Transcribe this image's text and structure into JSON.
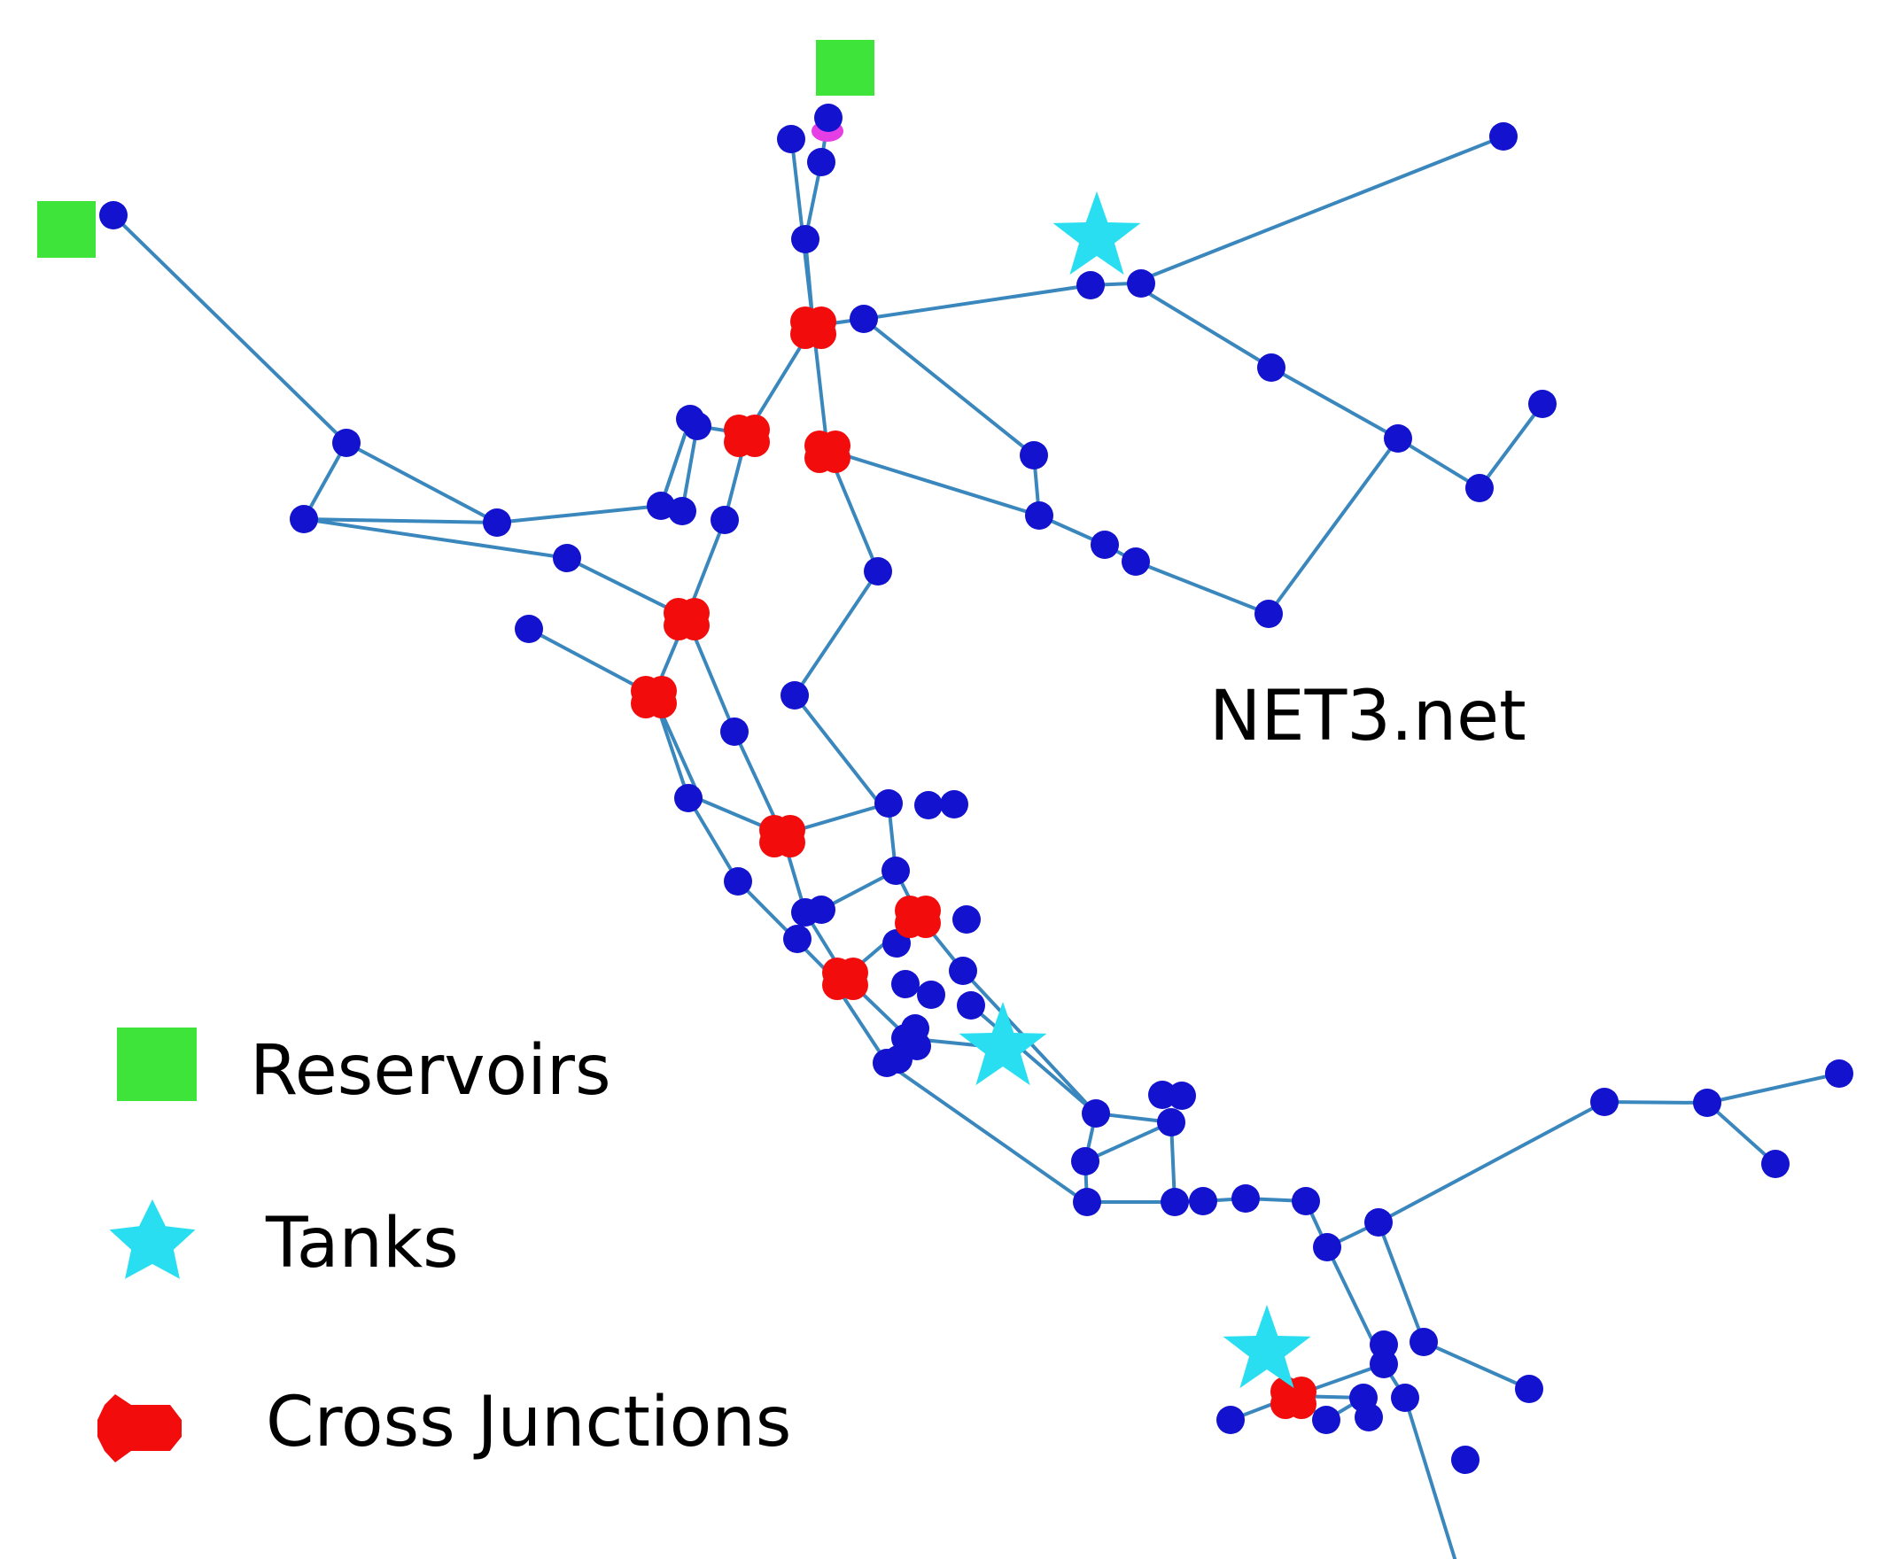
{
  "network": {
    "title": "NET3.net"
  },
  "legend": {
    "reservoirs_label": "Reservoirs",
    "tanks_label": "Tanks",
    "cross_junctions_label": "Cross Junctions"
  },
  "colors": {
    "pipe": "#3a87bd",
    "junction": "#1212cf",
    "reservoir": "#3ee43a",
    "tank": "#28def0",
    "cross_junction": "#f20c0c",
    "pump": "#e43ee4"
  }
}
